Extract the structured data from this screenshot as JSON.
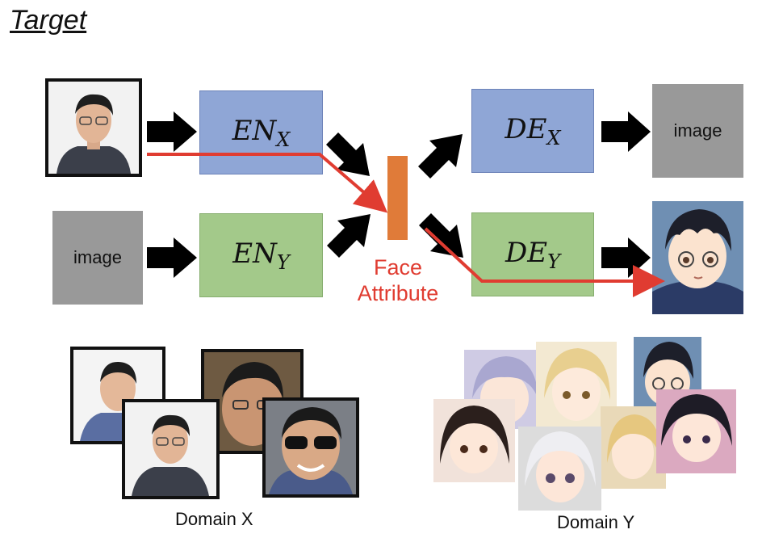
{
  "title": "Target",
  "encoder_x": {
    "base": "EN",
    "sub": "X"
  },
  "encoder_y": {
    "base": "EN",
    "sub": "Y"
  },
  "decoder_x": {
    "base": "DE",
    "sub": "X"
  },
  "decoder_y": {
    "base": "DE",
    "sub": "Y"
  },
  "image_placeholder_left": "image",
  "image_placeholder_right": "image",
  "attribute_label": "Face Attribute",
  "domain_x_label": "Domain X",
  "domain_y_label": "Domain Y",
  "colors": {
    "encoder_decoder_x": "#8fa6d6",
    "encoder_decoder_y": "#a3c98a",
    "attribute_bar": "#e07b39",
    "path_arrow": "#e03c31",
    "placeholder_grey": "#999999"
  }
}
